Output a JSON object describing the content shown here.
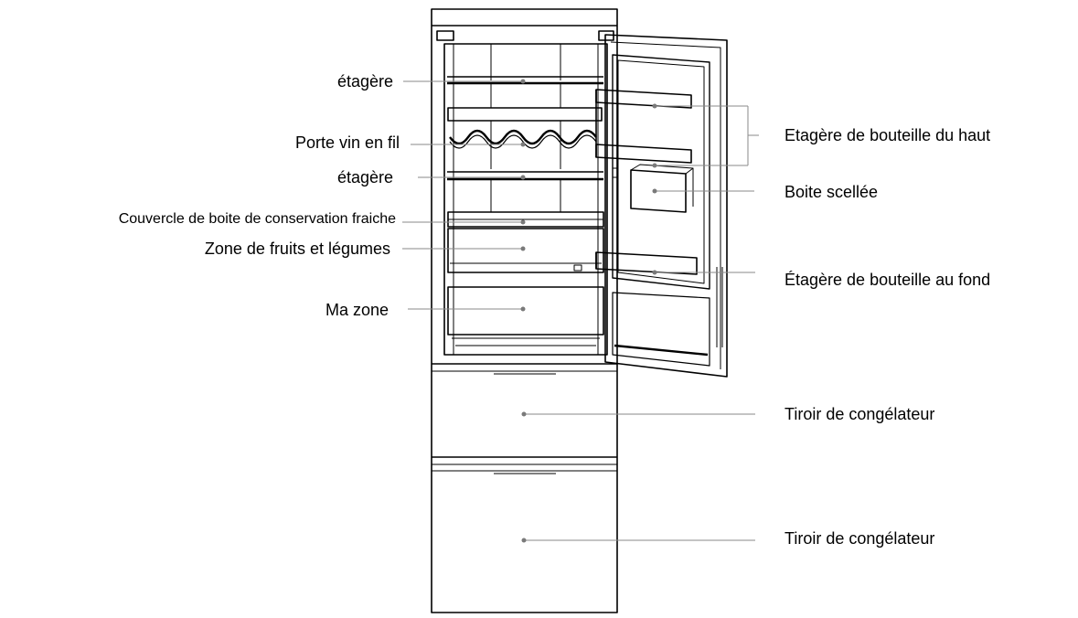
{
  "labels": {
    "shelf_top": "étagère",
    "wine_rack": "Porte vin en fil",
    "shelf_mid": "étagère",
    "crisper_cover": "Couvercle de boite de conservation fraiche",
    "fruit_veg_zone": "Zone de fruits et légumes",
    "my_zone": "Ma zone",
    "upper_bottle_shelf": "Etagère de bouteille du haut",
    "sealed_box": "Boite scellée",
    "lower_bottle_shelf": "Étagère de bouteille au fond",
    "freezer_drawer_1": "Tiroir de congélateur",
    "freezer_drawer_2": "Tiroir de congélateur"
  },
  "colors": {
    "line": "#000000",
    "leader": "#8a8a8a",
    "dot": "#7a7a7a"
  }
}
